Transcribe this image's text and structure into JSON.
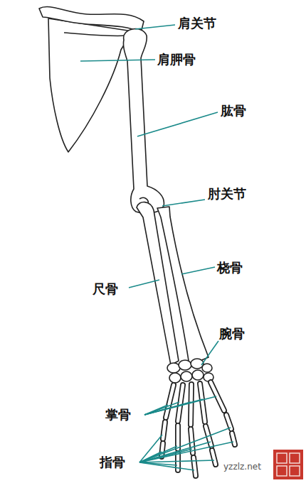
{
  "diagram": {
    "labels": [
      "肩关节",
      "肩胛骨",
      "肱骨",
      "肘关节",
      "桡骨",
      "尺骨",
      "腕骨",
      "掌骨",
      "指骨",
      "yzzlz.net"
    ]
  }
}
